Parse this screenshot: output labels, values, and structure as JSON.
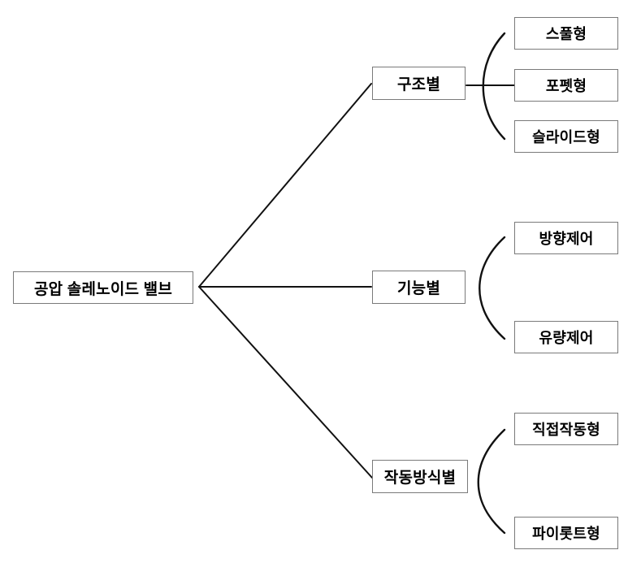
{
  "diagram": {
    "type": "tree-classification-diagram",
    "root": {
      "label": "공압 솔레노이드 밸브"
    },
    "branches": [
      {
        "label": "구조별",
        "leaves": [
          {
            "label": "스풀형"
          },
          {
            "label": "포펫형"
          },
          {
            "label": "슬라이드형"
          }
        ]
      },
      {
        "label": "기능별",
        "leaves": [
          {
            "label": "방향제어"
          },
          {
            "label": "유량제어"
          }
        ]
      },
      {
        "label": "작동방식별",
        "leaves": [
          {
            "label": "직접작동형"
          },
          {
            "label": "파이롯트형"
          }
        ]
      }
    ],
    "colors": {
      "background": "#ffffff",
      "box_border": "#7a7a7a",
      "text": "#000000",
      "connector": "#111111"
    }
  }
}
